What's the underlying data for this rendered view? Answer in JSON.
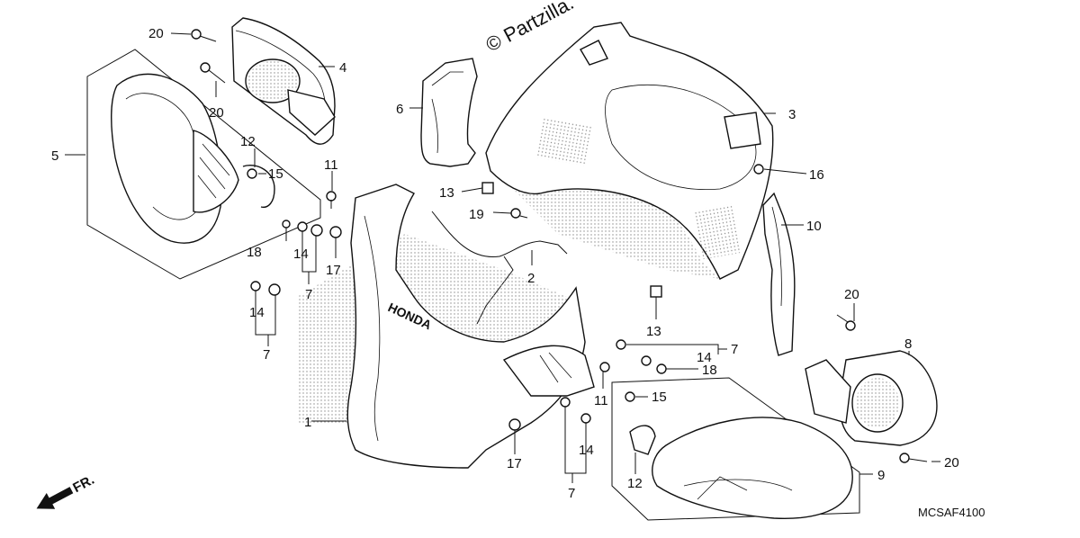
{
  "watermark": "© Partzilla.",
  "diagram_code": "MCSAF4100",
  "direction_label": "FR.",
  "colors": {
    "ink": "#111111",
    "background": "#ffffff",
    "shade": "#bdbdbd"
  },
  "callouts": [
    {
      "id": "c20a",
      "text": "20"
    },
    {
      "id": "c4",
      "text": "4"
    },
    {
      "id": "c20b",
      "text": "20"
    },
    {
      "id": "c5",
      "text": "5"
    },
    {
      "id": "c12a",
      "text": "12"
    },
    {
      "id": "c15a",
      "text": "15"
    },
    {
      "id": "c11a",
      "text": "11"
    },
    {
      "id": "c18a",
      "text": "18"
    },
    {
      "id": "c14a",
      "text": "14"
    },
    {
      "id": "c17a",
      "text": "17"
    },
    {
      "id": "c7a",
      "text": "7"
    },
    {
      "id": "c14b",
      "text": "14"
    },
    {
      "id": "c7b",
      "text": "7"
    },
    {
      "id": "c6",
      "text": "6"
    },
    {
      "id": "c13a",
      "text": "13"
    },
    {
      "id": "c19",
      "text": "19"
    },
    {
      "id": "c2",
      "text": "2"
    },
    {
      "id": "c3",
      "text": "3"
    },
    {
      "id": "c16",
      "text": "16"
    },
    {
      "id": "c10",
      "text": "10"
    },
    {
      "id": "c13b",
      "text": "13"
    },
    {
      "id": "c20c",
      "text": "20"
    },
    {
      "id": "c14c",
      "text": "14"
    },
    {
      "id": "c7c",
      "text": "7"
    },
    {
      "id": "c18b",
      "text": "18"
    },
    {
      "id": "c8",
      "text": "8"
    },
    {
      "id": "c11b",
      "text": "11"
    },
    {
      "id": "c15b",
      "text": "15"
    },
    {
      "id": "c1",
      "text": "1"
    },
    {
      "id": "c17b",
      "text": "17"
    },
    {
      "id": "c14d",
      "text": "14"
    },
    {
      "id": "c12b",
      "text": "12"
    },
    {
      "id": "c7d",
      "text": "7"
    },
    {
      "id": "c9",
      "text": "9"
    },
    {
      "id": "c20d",
      "text": "20"
    }
  ]
}
